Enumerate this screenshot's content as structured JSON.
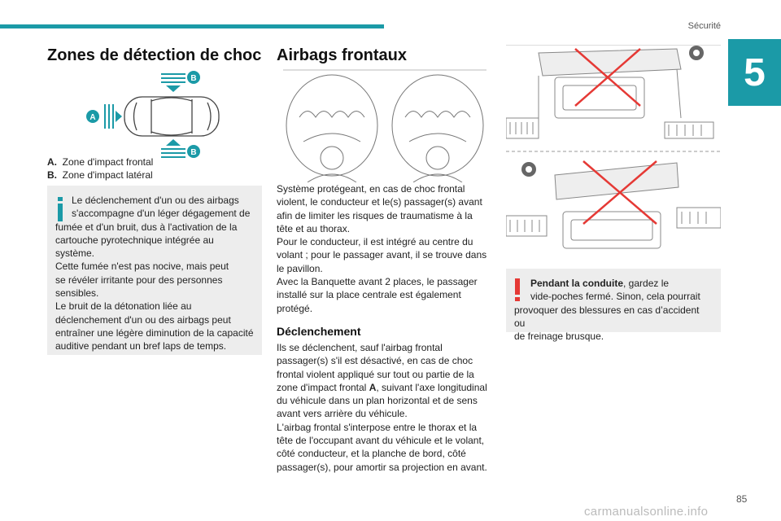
{
  "header": {
    "section": "Sécurité",
    "chapter": "5"
  },
  "left": {
    "title": "Zones de détection de choc",
    "diagram": {
      "label_a": "A",
      "label_b_top": "B",
      "label_b_bottom": "B"
    },
    "legend": [
      {
        "key": "A.",
        "text": "Zone d'impact frontal"
      },
      {
        "key": "B.",
        "text": "Zone d'impact latéral"
      }
    ],
    "note_lines": [
      "Le déclenchement d'un ou des airbags",
      "s'accompagne d'un léger dégagement de",
      "fumée et d'un bruit, dus à l'activation de la",
      "cartouche pyrotechnique intégrée au",
      "système.",
      "Cette fumée n'est pas nocive, mais peut",
      "se révéler irritante pour des personnes",
      "sensibles.",
      "Le bruit de la détonation liée au",
      "déclenchement d'un ou des airbags peut",
      "entraîner une légère diminution de la capacité",
      "auditive pendant un bref laps de temps."
    ]
  },
  "middle": {
    "title": "Airbags frontaux",
    "intro_lines": [
      "Système protégeant, en cas de choc frontal",
      "violent, le conducteur et le(s) passager(s) avant",
      "afin de limiter les risques de traumatisme à la",
      "tête et au thorax.",
      "Pour le conducteur, il est intégré au centre du",
      "volant ; pour le passager avant, il se trouve dans",
      "le pavillon.",
      "Avec la Banquette avant 2 places, le passager",
      "installé sur la place centrale est également",
      "protégé."
    ],
    "subtitle": "Déclenchement",
    "trigger_lines_1": [
      "Ils se déclenchent, sauf l'airbag frontal",
      "passager(s) s'il est désactivé, en cas de choc",
      "frontal violent appliqué sur tout ou partie de la"
    ],
    "trigger_line_pre": "zone d'impact frontal ",
    "trigger_bold": "A",
    "trigger_line_post": ", suivant l'axe longitudinal",
    "trigger_lines_2": [
      "du véhicule dans un plan horizontal et de sens",
      "avant vers arrière du véhicule.",
      "L'airbag frontal s'interpose entre le thorax et la",
      "tête de l'occupant avant du véhicule et le volant,",
      "côté conducteur, et la planche de bord, côté",
      "passager(s), pour amortir sa projection en avant."
    ]
  },
  "right": {
    "warning_bold": "Pendant la conduite",
    "warning_line1_rest": ", gardez le",
    "warning_lines": [
      "vide-poches fermé. Sinon, cela pourrait",
      "provoquer des blessures en cas d’accident ou",
      "de freinage brusque."
    ]
  },
  "footer": {
    "page": "85",
    "watermark": "carmanualsonline.info"
  }
}
